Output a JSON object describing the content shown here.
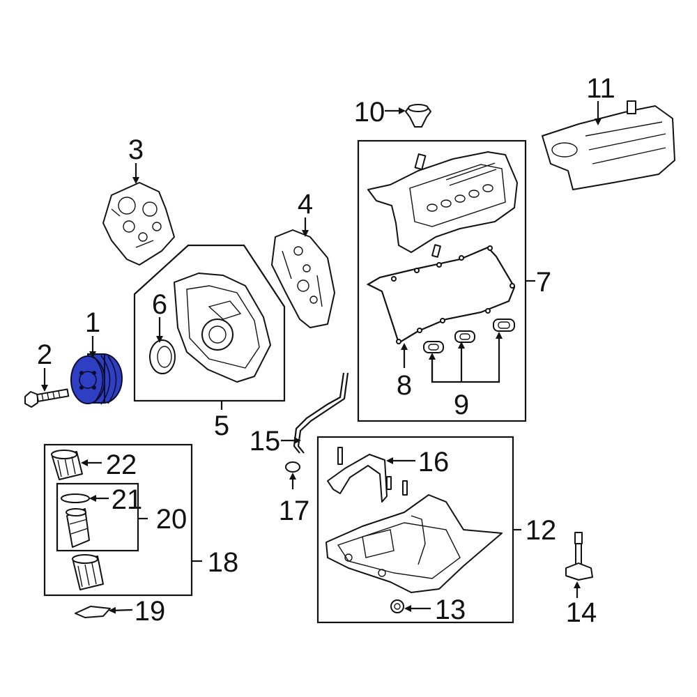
{
  "callouts": {
    "c1": "1",
    "c2": "2",
    "c3": "3",
    "c4": "4",
    "c5": "5",
    "c6": "6",
    "c7": "7",
    "c8": "8",
    "c9": "9",
    "c10": "10",
    "c11": "11",
    "c12": "12",
    "c13": "13",
    "c14": "14",
    "c15": "15",
    "c16": "16",
    "c17": "17",
    "c18": "18",
    "c19": "19",
    "c20": "20",
    "c21": "21",
    "c22": "22"
  },
  "colors": {
    "highlight": "#2f3fc4",
    "line": "#111111",
    "background": "#ffffff"
  },
  "highlighted_part": "1"
}
